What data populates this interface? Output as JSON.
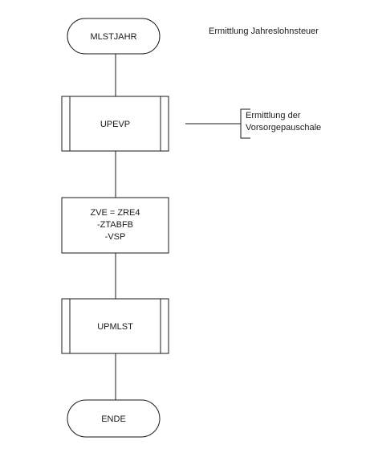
{
  "diagram": {
    "heading": "Ermittlung Jahreslohnsteuer",
    "start": "MLSTJAHR",
    "step_upevp": "UPEVP",
    "annotation": [
      "Ermittlung der",
      "Vorsorgepauschale"
    ],
    "calc": [
      "ZVE = ZRE4",
      "-ZTABFB",
      "-VSP"
    ],
    "step_upmlst": "UPMLST",
    "end": "ENDE"
  }
}
